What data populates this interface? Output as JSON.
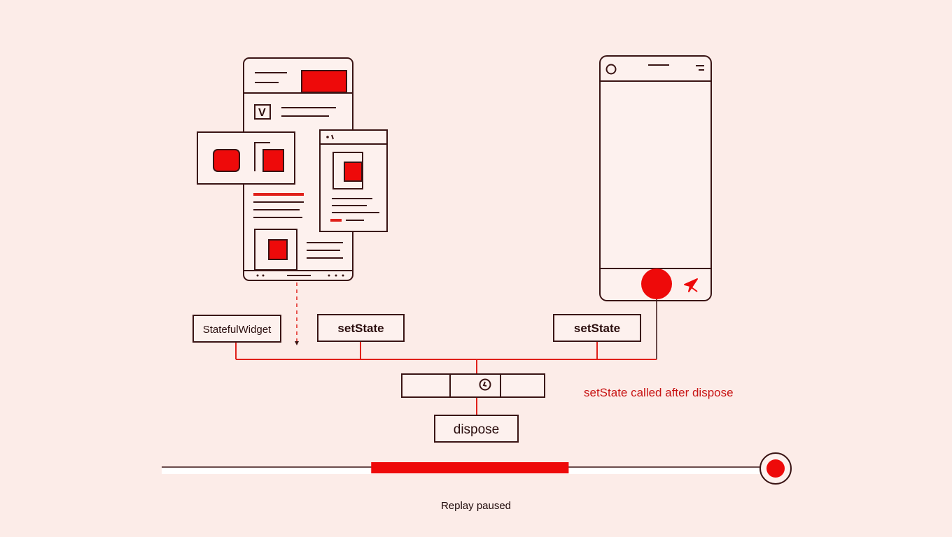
{
  "labels": {
    "stateful_widget": "StatefulWidget",
    "set_state_left": "setState",
    "set_state_right": "setState",
    "dispose": "dispose",
    "error_annotation": "setState called after dispose",
    "status": "Replay paused",
    "web_mockup_glyph": "V"
  },
  "timeline": {
    "highlight_start": 0.35,
    "highlight_end": 0.68
  },
  "colors": {
    "background": "#fcece8",
    "ink": "#3a1414",
    "accent_red": "#ee0a0a",
    "error_text": "#c81414"
  },
  "icons": {
    "timeline_end": "record-dot-icon",
    "phone_fab": "red-dot-button-icon",
    "phone_action": "arrow-cursor-icon",
    "phone_camera": "camera-dot-icon",
    "connector_center": "clock-icon"
  }
}
